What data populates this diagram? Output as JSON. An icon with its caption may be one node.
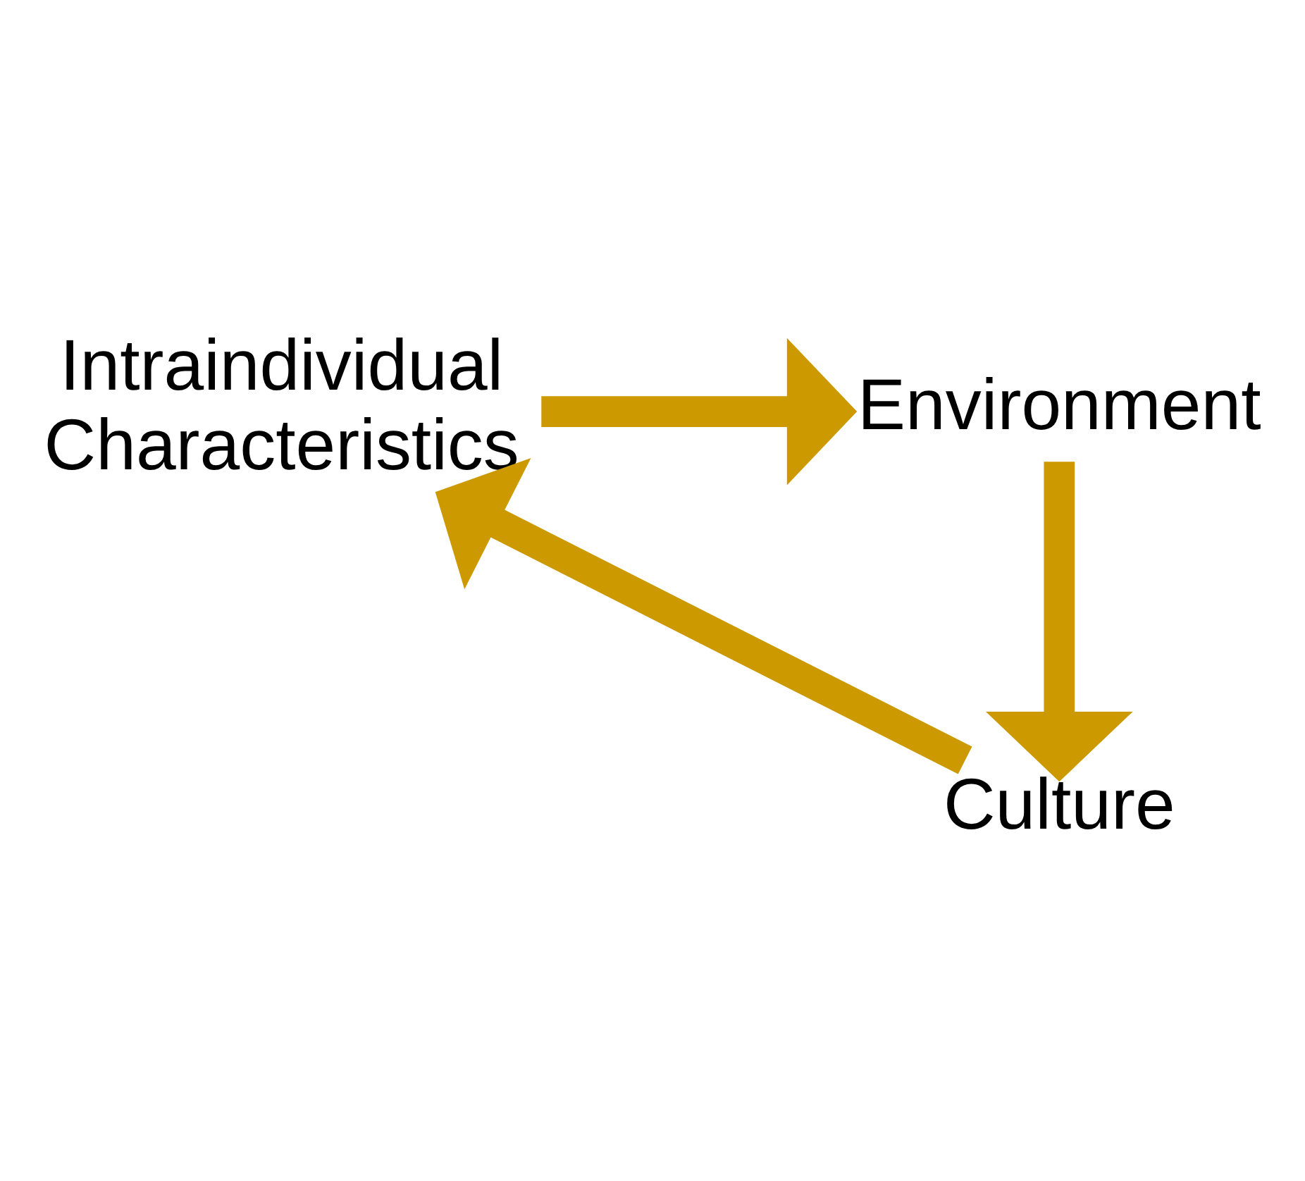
{
  "diagram": {
    "nodes": [
      {
        "text": [
          "Intraindividual Characteristics"
        ]
      },
      {
        "text": [
          "Environment"
        ]
      },
      {
        "text": [
          "Culture"
        ]
      }
    ],
    "edges": [
      {
        "from": 0,
        "to": 1,
        "arrow": "to"
      },
      {
        "from": 1,
        "to": 2,
        "arrow": "to"
      },
      {
        "from": 2,
        "to": 0,
        "arrow": "to"
      }
    ]
  }
}
